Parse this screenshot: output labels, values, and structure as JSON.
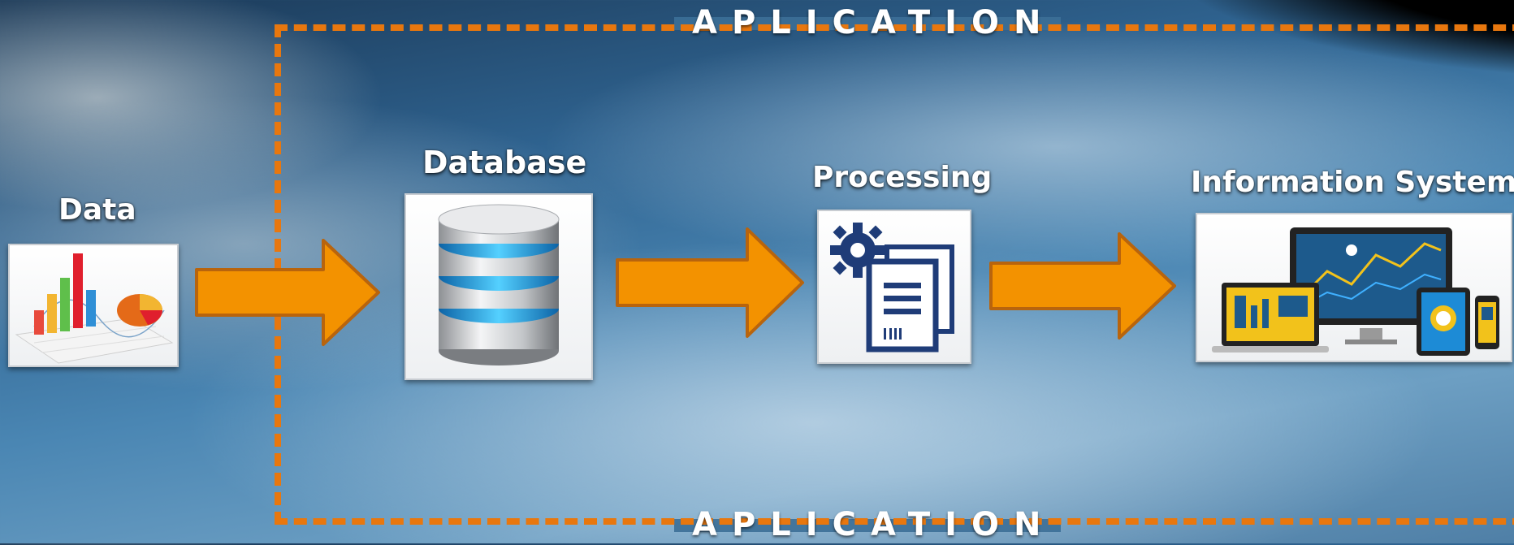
{
  "frame_label": "APLICATION",
  "nodes": {
    "data": {
      "label": "Data"
    },
    "database": {
      "label": "Database"
    },
    "processing": {
      "label": "Processing"
    },
    "information_system": {
      "label": "Information System"
    }
  },
  "colors": {
    "accent_orange": "#f39200",
    "dashed_border": "#e8770e",
    "processing_icon_blue": "#1f3c78",
    "database_stripe_blue": "#21a0e6"
  },
  "icons": {
    "data": "bar-pie-chart-icon",
    "database": "database-stack-icon",
    "processing": "gear-document-icon",
    "information_system": "multi-device-dashboard-icon",
    "arrows": "right-arrow-icon"
  }
}
